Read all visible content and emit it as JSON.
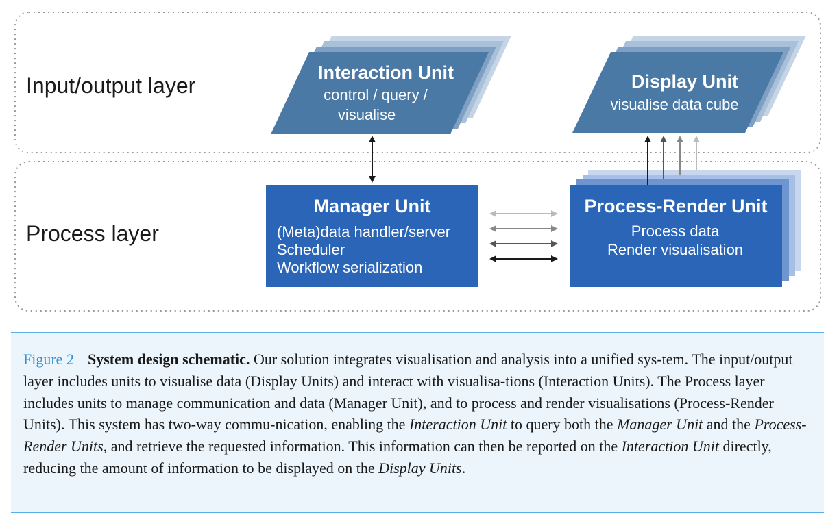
{
  "layers": {
    "io": "Input/output layer",
    "process": "Process layer"
  },
  "units": {
    "interaction": {
      "title": "Interaction Unit",
      "lines": [
        "control / query /",
        "visualise"
      ]
    },
    "display": {
      "title": "Display Unit",
      "lines": [
        "visualise data cube"
      ]
    },
    "manager": {
      "title": "Manager Unit",
      "lines": [
        "(Meta)data handler/server",
        "Scheduler",
        "Workflow serialization"
      ]
    },
    "process_render": {
      "title": "Process-Render Unit",
      "lines": [
        "Process data",
        "Render visualisation"
      ]
    }
  },
  "colors": {
    "parallelogram": "#4a79a5",
    "parallelogram_stack": "#a9c0da",
    "process_box": "#2a65b8",
    "process_stack": "#a6bfe4",
    "caption_bg": "#ecf5fc",
    "caption_rule": "#58aee8",
    "figure_label": "#2f8fd6"
  },
  "caption": {
    "label": "Figure 2",
    "title": "System design schematic.",
    "t1": " Our solution integrates visualisation and analysis into a unified sys-tem. The input/output layer includes units to visualise data (Display Units) and interact with visualisa-tions (Interaction Units). The Process layer includes units to manage communication and data (Manager Unit), and to process and render visualisations (Process-Render Units). This system has two-way commu-nication, enabling the ",
    "i1": "Interaction Unit",
    "t2": " to query both the ",
    "i2": "Manager Unit",
    "t3": " and the ",
    "i3": "Process-Render Units",
    "t4": ", and retrieve the requested information. This information can then be reported on the ",
    "i4": "Interaction Unit",
    "t5": " directly, reducing the amount of information to be displayed on the ",
    "i5": "Display Units",
    "t6": "."
  }
}
